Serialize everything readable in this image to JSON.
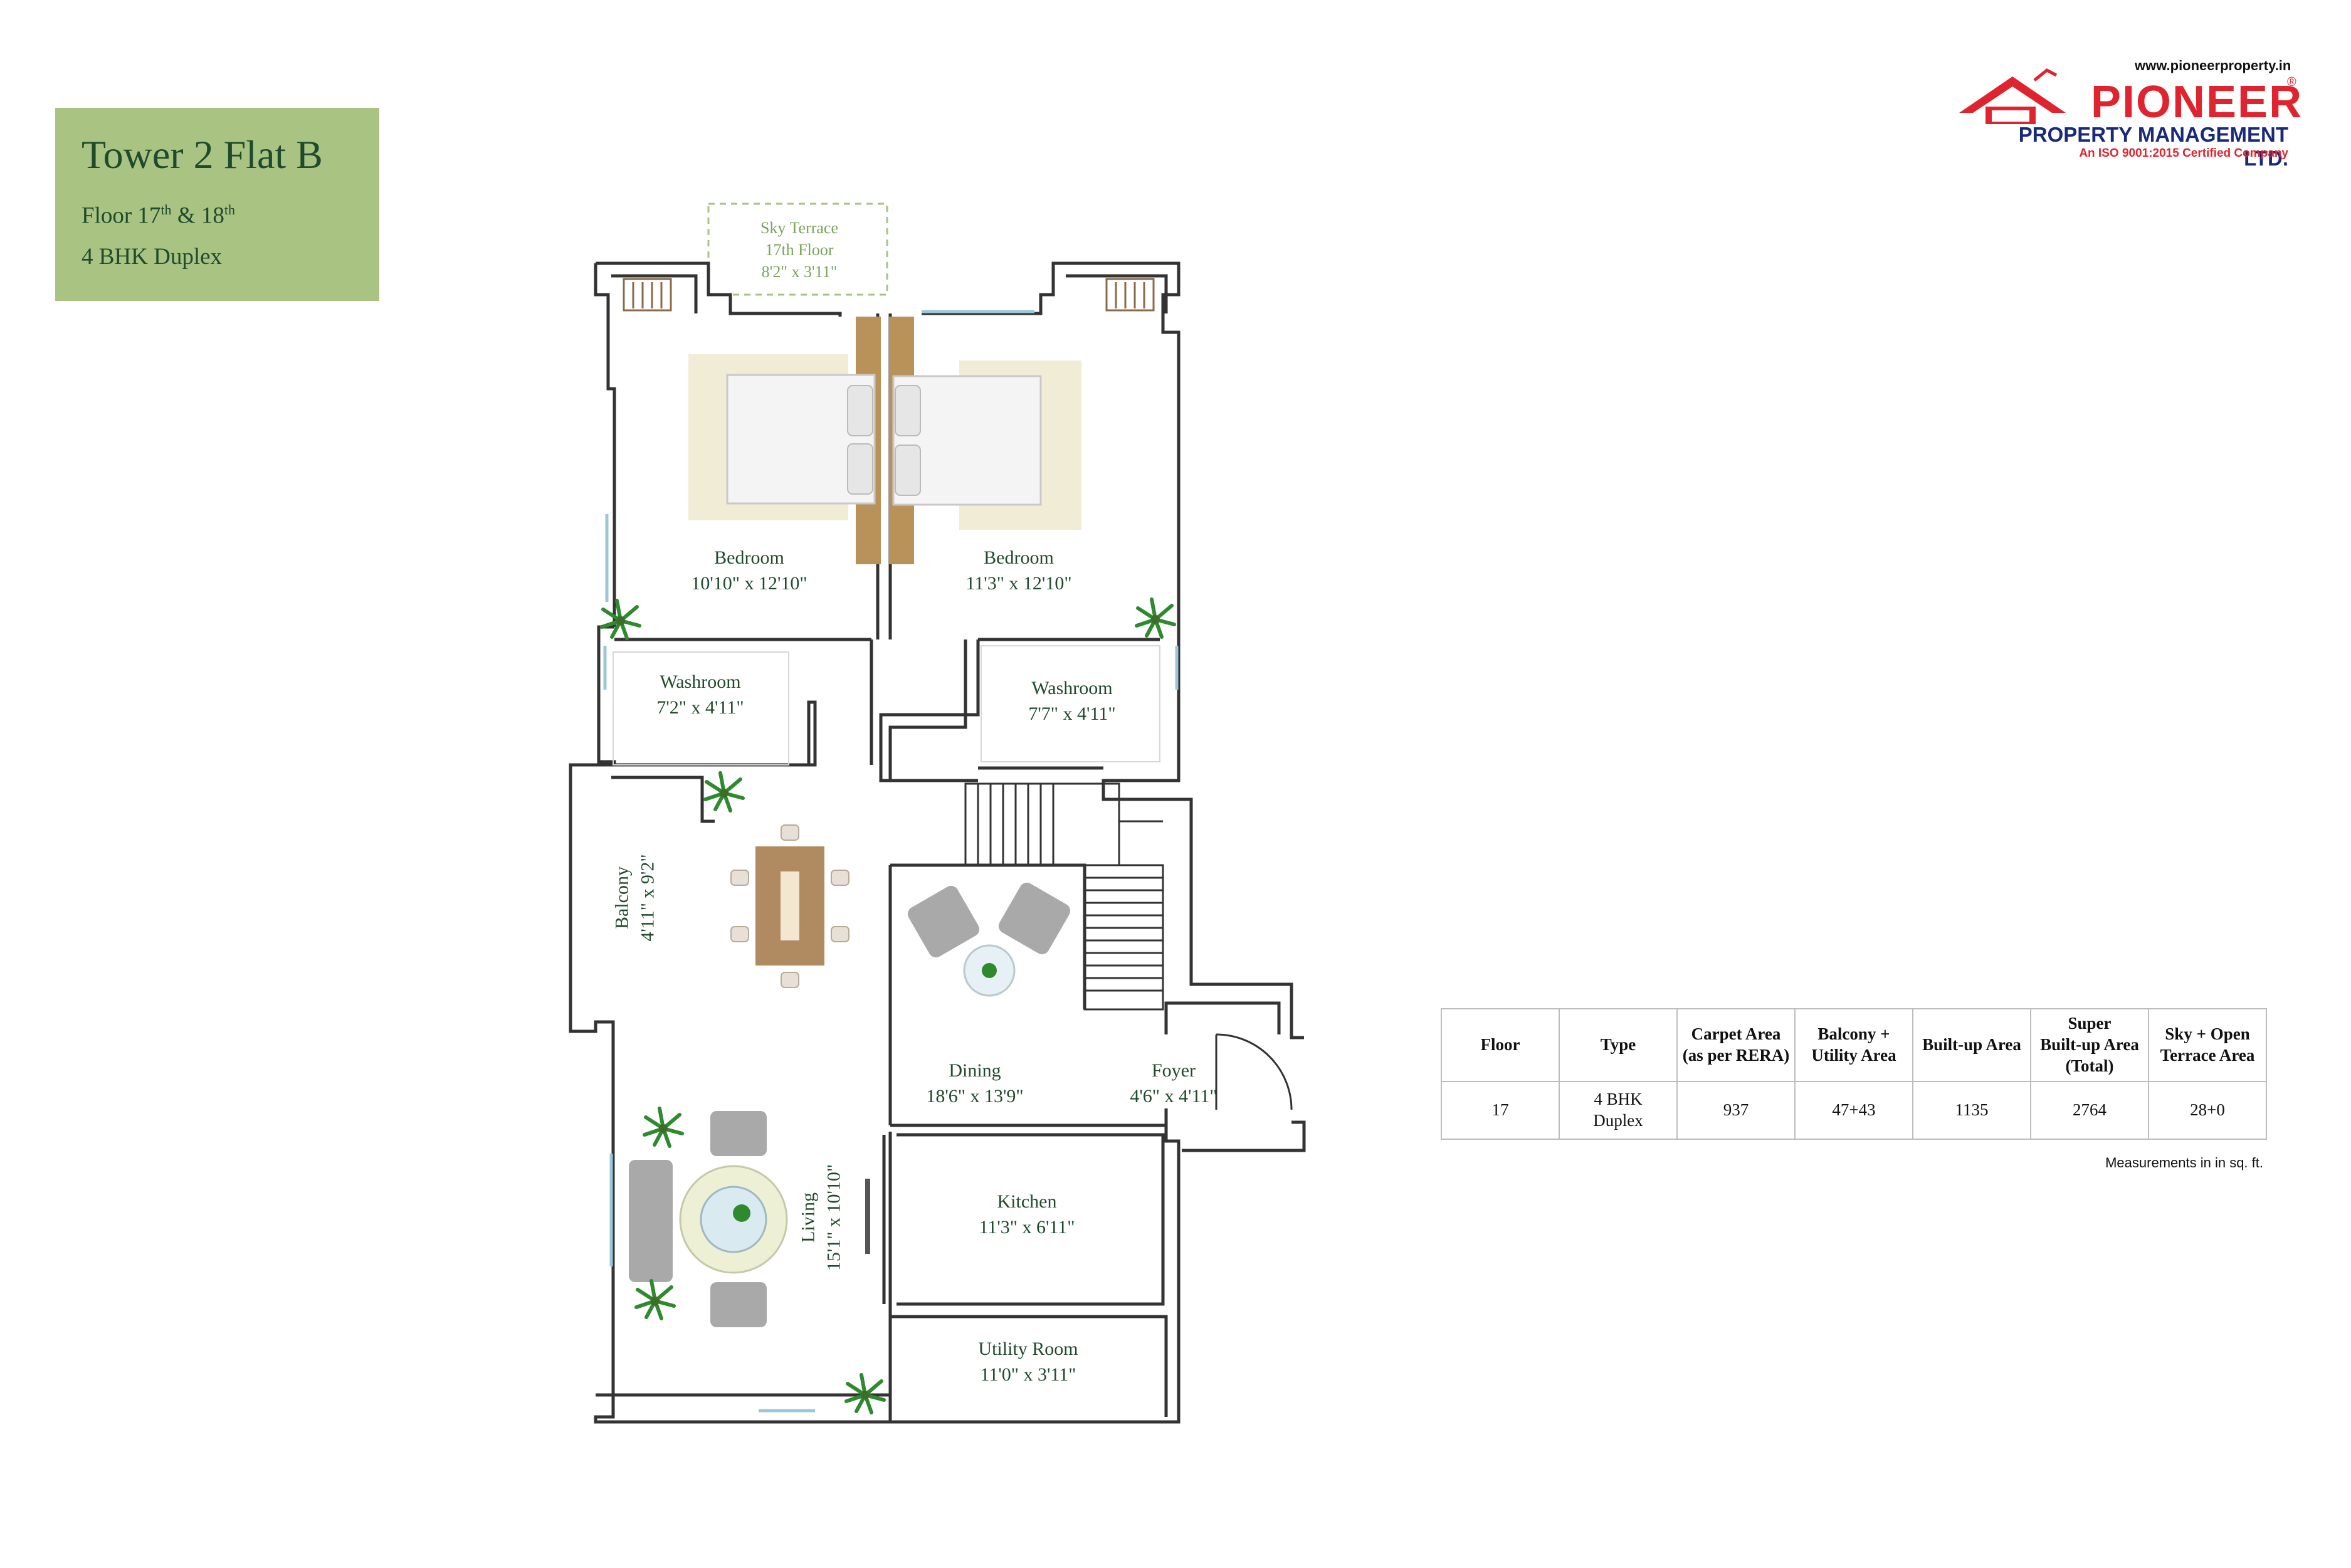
{
  "info_box": {
    "title": "Tower 2 Flat B",
    "floor_prefix": "Floor 17",
    "floor_sup1": "th",
    "floor_mid": " & 18",
    "floor_sup2": "th",
    "type": "4 BHK Duplex",
    "background_color": "#a9c383"
  },
  "logo": {
    "url": "www.pioneerproperty.in",
    "name": "PIONEER",
    "registered": "®",
    "tagline": "PROPERTY MANAGEMENT LTD.",
    "certification": "An ISO 9001:2015 Certified Company",
    "brand_color": "#e0242f",
    "tagline_color": "#1a2a7a"
  },
  "rooms": {
    "sky_terrace": {
      "name": "Sky Terrace",
      "floor": "17th Floor",
      "size": "8'2\" x 3'11\""
    },
    "bedroom_left": {
      "name": "Bedroom",
      "size": "10'10\" x 12'10\""
    },
    "bedroom_right": {
      "name": "Bedroom",
      "size": "11'3\" x 12'10\""
    },
    "washroom_left": {
      "name": "Washroom",
      "size": "7'2\" x 4'11\""
    },
    "washroom_right": {
      "name": "Washroom",
      "size": "7'7\" x 4'11\""
    },
    "balcony": {
      "name": "Balcony",
      "size": "4'11\" x 9'2\""
    },
    "dining": {
      "name": "Dining",
      "size": "18'6\" x 13'9\""
    },
    "foyer": {
      "name": "Foyer",
      "size": "4'6\" x 4'11\""
    },
    "living": {
      "name": "Living",
      "size": "15'1\" x 10'10\""
    },
    "kitchen": {
      "name": "Kitchen",
      "size": "11'3\" x 6'11\""
    },
    "utility": {
      "name": "Utility Room",
      "size": "11'0\" x 3'11\""
    }
  },
  "area_table": {
    "headers": [
      "Floor",
      "Type",
      "Carpet Area\n(as per RERA)",
      "Balcony +\nUtility Area",
      "Built-up Area",
      "Super\nBuilt-up Area\n(Total)",
      "Sky + Open\nTerrace Area"
    ],
    "row": [
      "17",
      "4 BHK\nDuplex",
      "937",
      "47+43",
      "1135",
      "2764",
      "28+0"
    ],
    "note": "Measurements in in sq. ft."
  },
  "icons": [
    "plant-icon",
    "bed-icon",
    "sofa-icon",
    "dining-table-icon",
    "armchair-icon",
    "house-roof-logo-icon"
  ]
}
